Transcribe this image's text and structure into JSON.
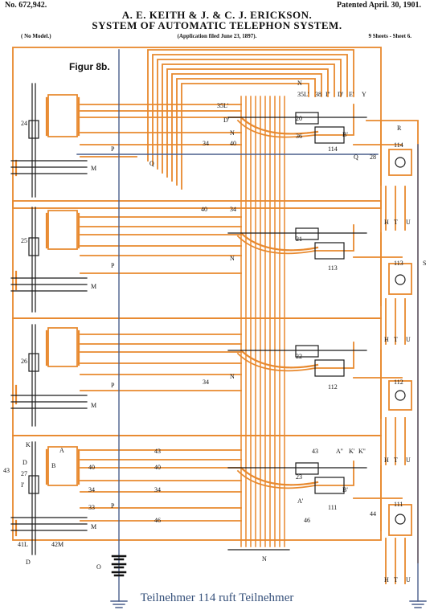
{
  "header": {
    "patent_no": "No. 672,942.",
    "patented": "Patented April. 30, 1901.",
    "title_line1": "A. E. KEITH & J. & C. J. ERICKSON.",
    "title_line2": "SYSTEM OF AUTOMATIC TELEPHON SYSTEM.",
    "model": "( No Model.)",
    "application": "(Application filed June 23, 1897).",
    "sheets": "9 Sheets - Sheet 6."
  },
  "figure_label": "Figur 8b.",
  "caption": "Teilnehmer 114 ruft Teilnehmer",
  "colors": {
    "wire": "#e8892e",
    "ink": "#1a1a1a",
    "bus": "#4a5f8c"
  },
  "labels": {
    "N": "N",
    "S": "S",
    "O": "O",
    "M": "M",
    "P": "P",
    "Q": "Q",
    "R": "R",
    "D": "D",
    "B": "B",
    "A": "A",
    "H": "H",
    "T": "T",
    "U": "U",
    "K": "K",
    "Y": "Y",
    "E1": "E'",
    "D1": "D'",
    "I2": "I''",
    "A2": "A''",
    "A1": "A'",
    "K1": "K'",
    "K2": "K''",
    "B1": "B'",
    "I1": "I'",
    "L35": "35L'",
    "n20": "20",
    "n21": "21",
    "n22": "22",
    "n23": "23",
    "n24": "24",
    "n25": "25",
    "n26": "26",
    "n27": "27",
    "n28": "28",
    "n33": "33",
    "n34": "34",
    "n35L": "35L'",
    "n36": "36",
    "n38": "38",
    "n40": "40",
    "n41L": "41L",
    "n42M": "42M",
    "n43": "43",
    "n44": "44",
    "n46": "46",
    "n111": "111",
    "n112": "112",
    "n113": "113",
    "n114": "114"
  }
}
